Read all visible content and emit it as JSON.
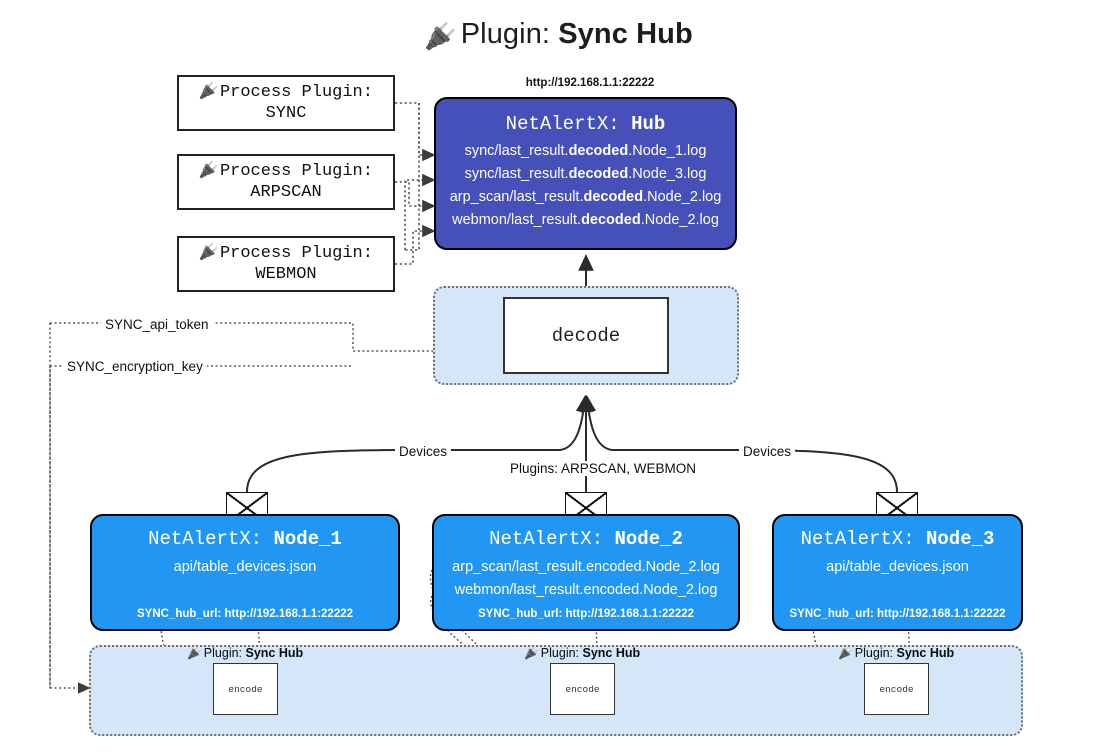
{
  "title": {
    "icon": "plug-icon",
    "prefix": "Plugin: ",
    "name": "Sync Hub"
  },
  "process_plugins": [
    {
      "icon": "plug-icon",
      "header": "Process Plugin:",
      "name": "SYNC"
    },
    {
      "icon": "plug-icon",
      "header": "Process Plugin:",
      "name": "ARPSCAN"
    },
    {
      "icon": "plug-icon",
      "header": "Process Plugin:",
      "name": "WEBMON"
    }
  ],
  "hub": {
    "url": "http://192.168.1.1:22222",
    "title_prefix": "NetAlertX: ",
    "title_name": "Hub",
    "color": "#4550b8",
    "lines": [
      {
        "pre": "sync/last_result.",
        "em": "decoded",
        "post": ".Node_1.log"
      },
      {
        "pre": "sync/last_result.",
        "em": "decoded",
        "post": ".Node_3.log"
      },
      {
        "pre": "arp_scan/last_result.",
        "em": "decoded",
        "post": ".Node_2.log"
      },
      {
        "pre": "webmon/last_result.",
        "em": "decoded",
        "post": ".Node_2.log"
      }
    ]
  },
  "decode": {
    "label": "decode",
    "panel_color": "#d4e6f7"
  },
  "wire_labels": {
    "api_token": "SYNC_api_token",
    "encryption_key": "SYNC_encryption_key",
    "devices_left": "Devices",
    "devices_right": "Devices",
    "plugins_mid": "Plugins: ARPSCAN, WEBMON"
  },
  "nodes": [
    {
      "title_prefix": "NetAlertX: ",
      "title_name": "Node_1",
      "color": "#2196f3",
      "lines": [
        "api/table_devices.json"
      ],
      "footer": "SYNC_hub_url: http://192.168.1.1:22222",
      "icon": "envelope-icon"
    },
    {
      "title_prefix": "NetAlertX: ",
      "title_name": "Node_2",
      "color": "#2196f3",
      "lines": [
        "arp_scan/last_result.encoded.Node_2.log",
        "webmon/last_result.encoded.Node_2.log"
      ],
      "footer": "SYNC_hub_url: http://192.168.1.1:22222",
      "icon": "envelope-icon"
    },
    {
      "title_prefix": "NetAlertX: ",
      "title_name": "Node_3",
      "color": "#2196f3",
      "lines": [
        "api/table_devices.json"
      ],
      "footer": "SYNC_hub_url: http://192.168.1.1:22222",
      "icon": "envelope-icon"
    }
  ],
  "encoders": [
    {
      "icon": "plug-icon",
      "head_prefix": "Plugin: ",
      "head_name": "Sync Hub",
      "label": "encode"
    },
    {
      "icon": "plug-icon",
      "head_prefix": "Plugin: ",
      "head_name": "Sync Hub",
      "label": "encode"
    },
    {
      "icon": "plug-icon",
      "head_prefix": "Plugin: ",
      "head_name": "Sync Hub",
      "label": "encode"
    }
  ]
}
